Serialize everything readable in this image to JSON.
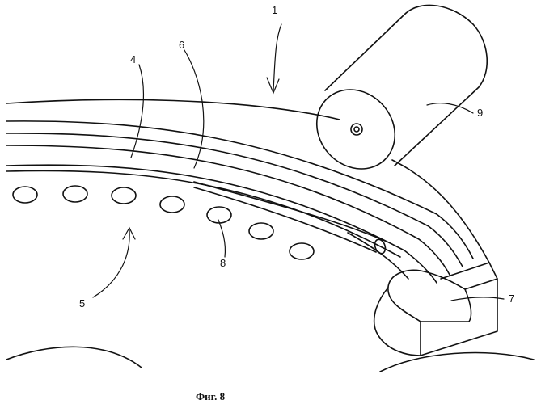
{
  "figure": {
    "caption": "Фиг. 8",
    "labels": {
      "l1": "1",
      "l4": "4",
      "l5": "5",
      "l6": "6",
      "l7": "7",
      "l8": "8",
      "l9": "9"
    }
  }
}
